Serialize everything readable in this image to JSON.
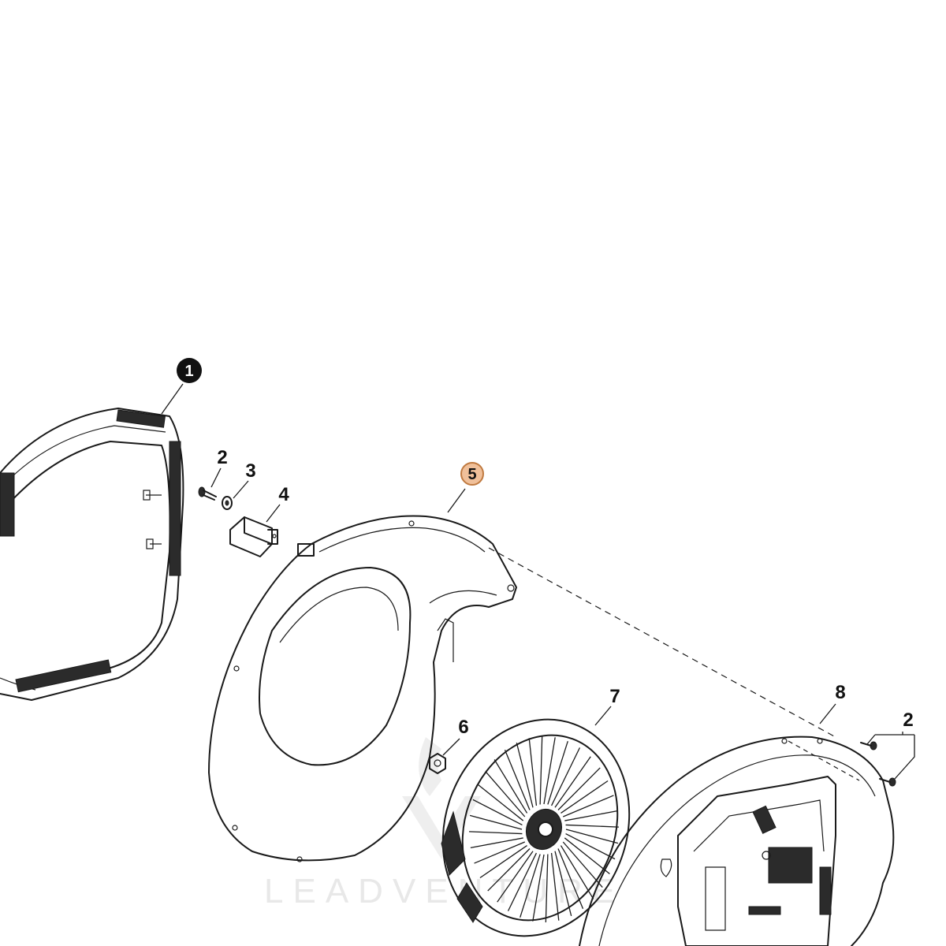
{
  "callouts": {
    "c1": "1",
    "c2a": "2",
    "c3": "3",
    "c4": "4",
    "c5": "5",
    "c6": "6",
    "c7": "7",
    "c8": "8",
    "c2b": "2"
  },
  "highlight_color": "#f0c09a",
  "highlight_stroke": "#c07a40",
  "watermark": "LEADVENTURE"
}
